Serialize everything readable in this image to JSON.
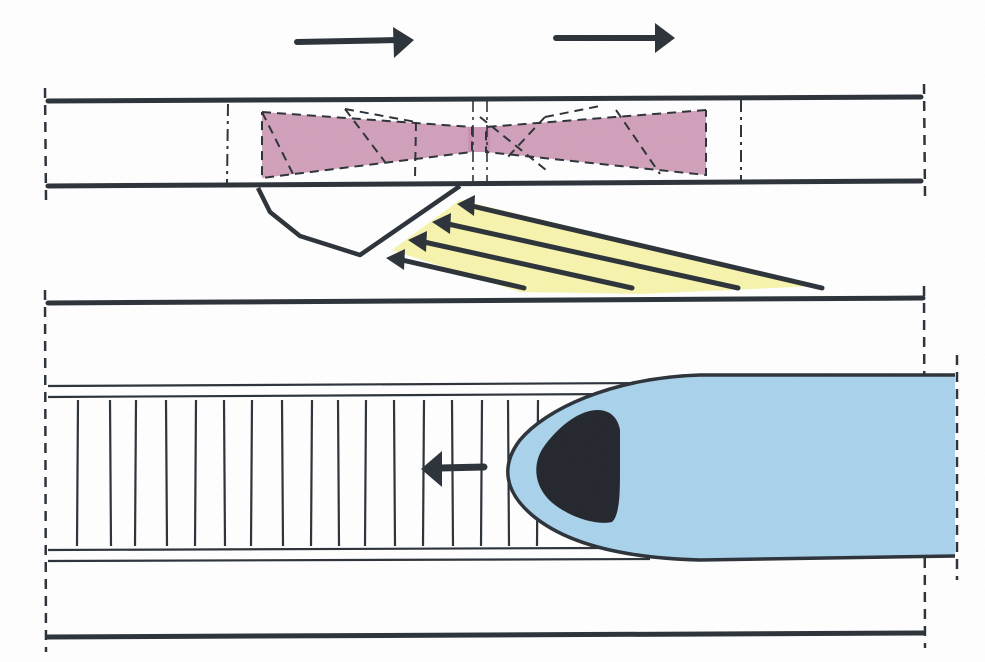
{
  "colors": {
    "ink": "#2b3138",
    "background": "#ffffff",
    "door_fill": "#c98fae",
    "light_beam": "#f6f3a4",
    "train_body": "#a9d2ec",
    "train_window": "#22262c"
  },
  "elements": {
    "direction_arrows": {
      "count": 2,
      "direction": "right"
    },
    "light_arrows": {
      "count": 4
    },
    "train_arrow": {
      "direction": "left"
    },
    "platform_slats": {
      "count": 17
    }
  }
}
